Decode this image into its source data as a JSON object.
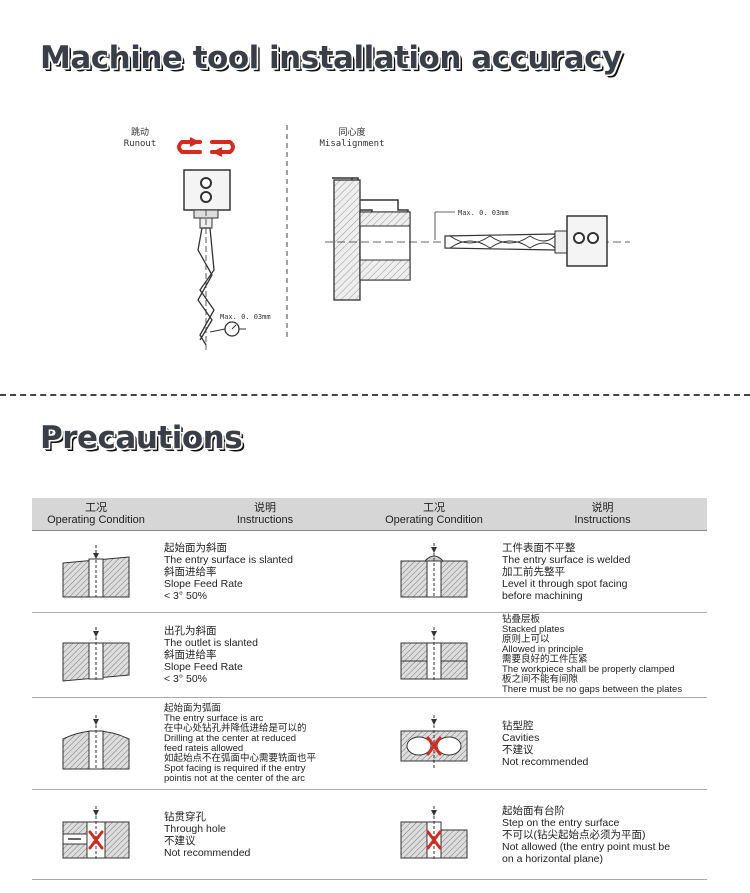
{
  "sections": {
    "installation_title": "Machine tool installation accuracy",
    "precautions_title": "Precautions"
  },
  "diagram": {
    "runout_cn": "跳动",
    "runout_en": "Runout",
    "misalignment_cn": "同心度",
    "misalignment_en": "Misalignment",
    "max_runout": "Max. 0. 03mm",
    "max_misalignment": "Max. 0. 03mm"
  },
  "table": {
    "headers": [
      {
        "cn": "工况",
        "en": "Operating Condition"
      },
      {
        "cn": "说明",
        "en": "Instructions"
      },
      {
        "cn": "工况",
        "en": "Operating Condition"
      },
      {
        "cn": "说明",
        "en": "Instructions"
      }
    ],
    "rows": [
      {
        "left_lines": [
          "起始面为斜面",
          "The entry surface is slanted",
          "斜面进给率",
          "Slope Feed Rate",
          "< 3°  50%"
        ],
        "right_lines": [
          "工件表面不平整",
          "The entry surface is welded",
          "加工前先整平",
          "Level it through spot facing",
          "before machining"
        ]
      },
      {
        "left_lines": [
          "出孔为斜面",
          "The outlet is slanted",
          "斜面进给率",
          "Slope Feed Rate",
          "< 3°  50%"
        ],
        "right_lines": [
          "钻叠层板",
          "Stacked plates",
          "原则上可以",
          "Allowed in principle",
          "需要良好的工件压紧",
          "The workpiece shall be properly clamped",
          "板之间不能有间隙",
          "There must be no gaps between the plates"
        ]
      },
      {
        "left_lines": [
          "起始面为弧面",
          "The entry surface is arc",
          "在中心处钻孔并降低进给是可以的",
          "Drilling at the center at reduced",
          "feed rateis allowed",
          "如起始点不在弧面中心需要铣面也平",
          "Spot facing is required if the entry",
          "pointis not at the center of the arc"
        ],
        "right_lines": [
          "钻型腔",
          "Cavities",
          "不建议",
          "Not  recommended"
        ]
      },
      {
        "left_lines": [
          "钻贯穿孔",
          "Through hole",
          "不建议",
          "Not  recommended"
        ],
        "right_lines": [
          "起始面有台阶",
          "Step on the entry surface",
          "不可以(钻尖起始点必须为平面)",
          "Not allowed (the entry point must be",
          "on a horizontal plane)"
        ]
      }
    ]
  }
}
